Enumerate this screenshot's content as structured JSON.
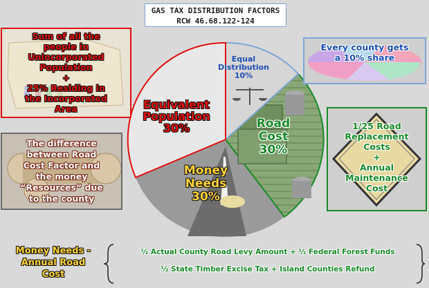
{
  "title": {
    "line1": "GAS TAX DISTRIBUTION FACTORS",
    "line2": "RCW 46.68.122-124"
  },
  "boxes": {
    "population_def": [
      "Sum of all the",
      "people in",
      "Unincorporated",
      "Population",
      "+",
      "25% Residing in",
      "the Incorporated",
      "Area"
    ],
    "county_share": [
      "Every county gets",
      "a 10% share"
    ],
    "resources_def": [
      "The difference",
      "between Road",
      "Cost Factor and",
      "the money",
      "“Resources” due",
      "to the county"
    ],
    "road_cost_def": [
      "1/25 Road",
      "Replacement",
      "Costs",
      "+",
      "Annual",
      "Maintenance",
      "Cost"
    ]
  },
  "pie": {
    "equal": [
      "Equal",
      "Distribution",
      "10%"
    ],
    "population": [
      "Equivalent",
      "Population",
      "30%"
    ],
    "road_cost": [
      "Road",
      "Cost",
      "30%"
    ],
    "money_needs": [
      "Money",
      "Needs",
      "30%"
    ]
  },
  "formula": {
    "label": [
      "Money Needs -",
      "Annual Road",
      "Cost"
    ],
    "line1": "½ Actual County Road Levy Amount + ½ Federal Forest Funds",
    "line2": "½ State Timber Excise Tax + Island Counties Refund"
  },
  "colors": {
    "red": "#e01010",
    "green": "#1a8a2a",
    "yellow": "#ffd23a",
    "blue": "#1f4fb4",
    "background": "#d9d9d9"
  },
  "icons": [
    "washington-map-icon",
    "people-crowd-icon",
    "scales-icon",
    "money-stack-icon",
    "coins-icon",
    "road-icon",
    "logs-icon",
    "road-sign-icon",
    "pie-chart-icon"
  ]
}
